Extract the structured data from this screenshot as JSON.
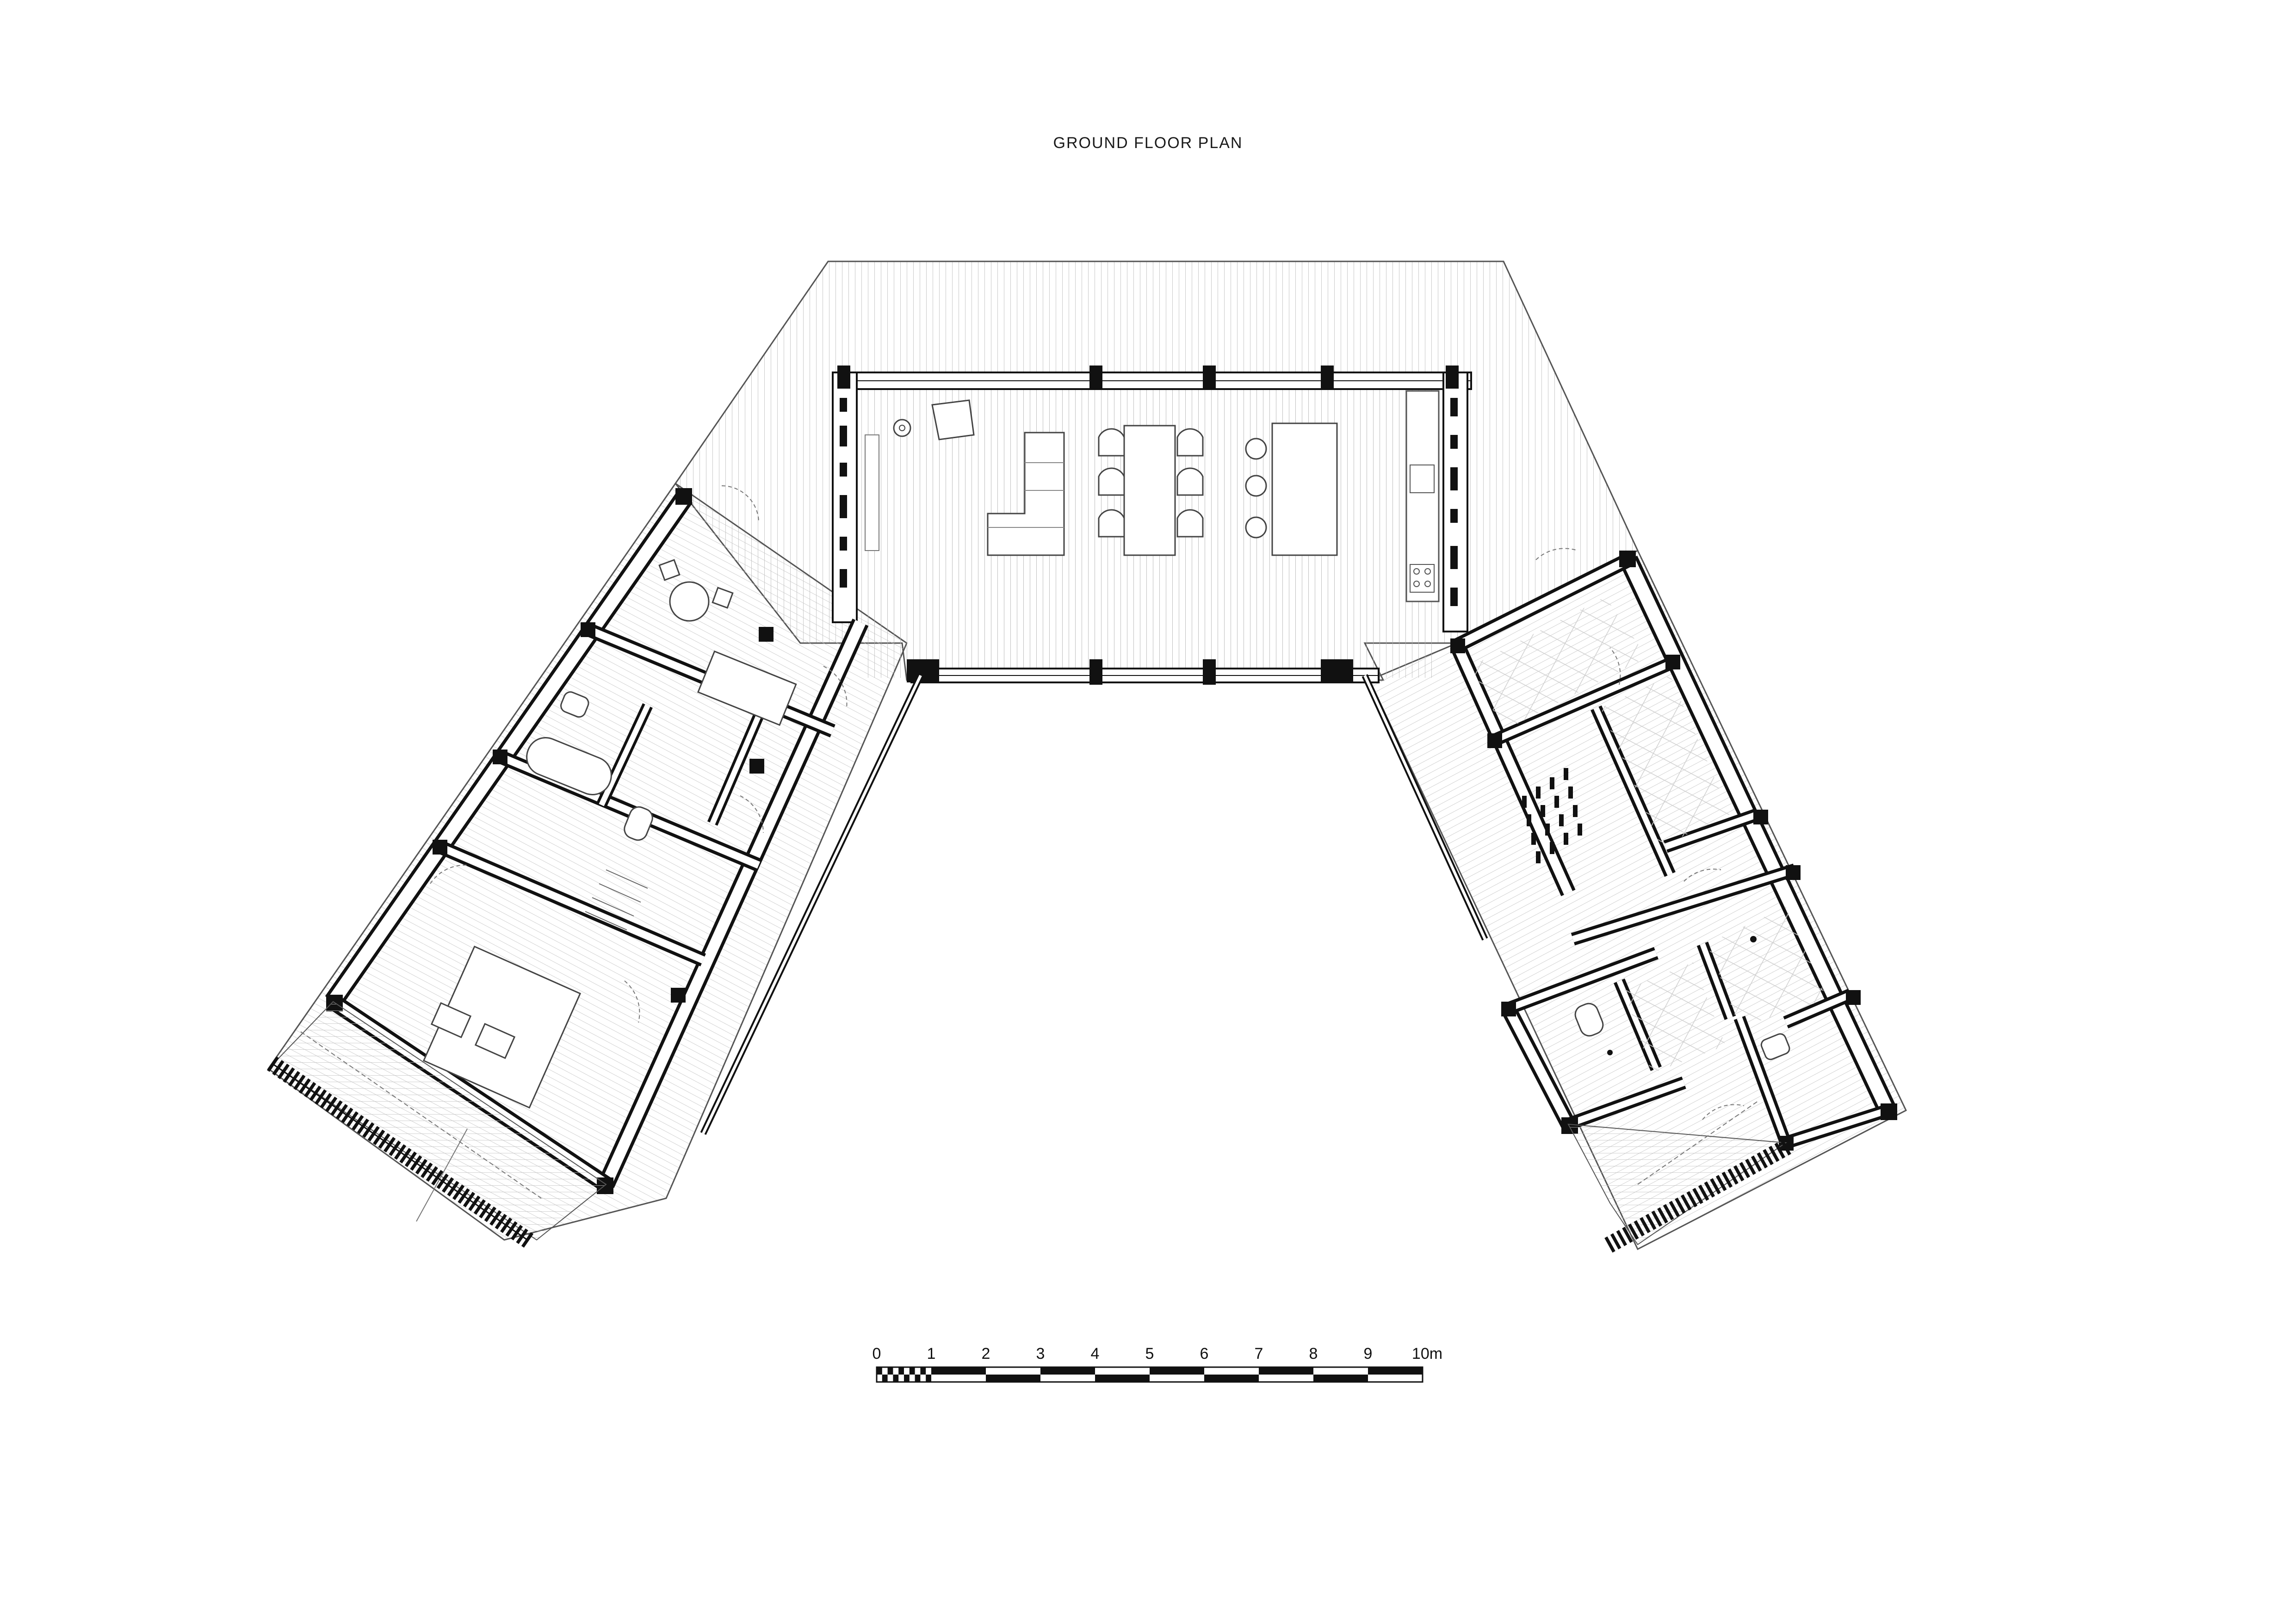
{
  "drawing": {
    "title": "GROUND FLOOR PLAN"
  },
  "scale_bar": {
    "labels": [
      "0",
      "1",
      "2",
      "3",
      "4",
      "5",
      "6",
      "7",
      "8",
      "9",
      "10m"
    ]
  }
}
